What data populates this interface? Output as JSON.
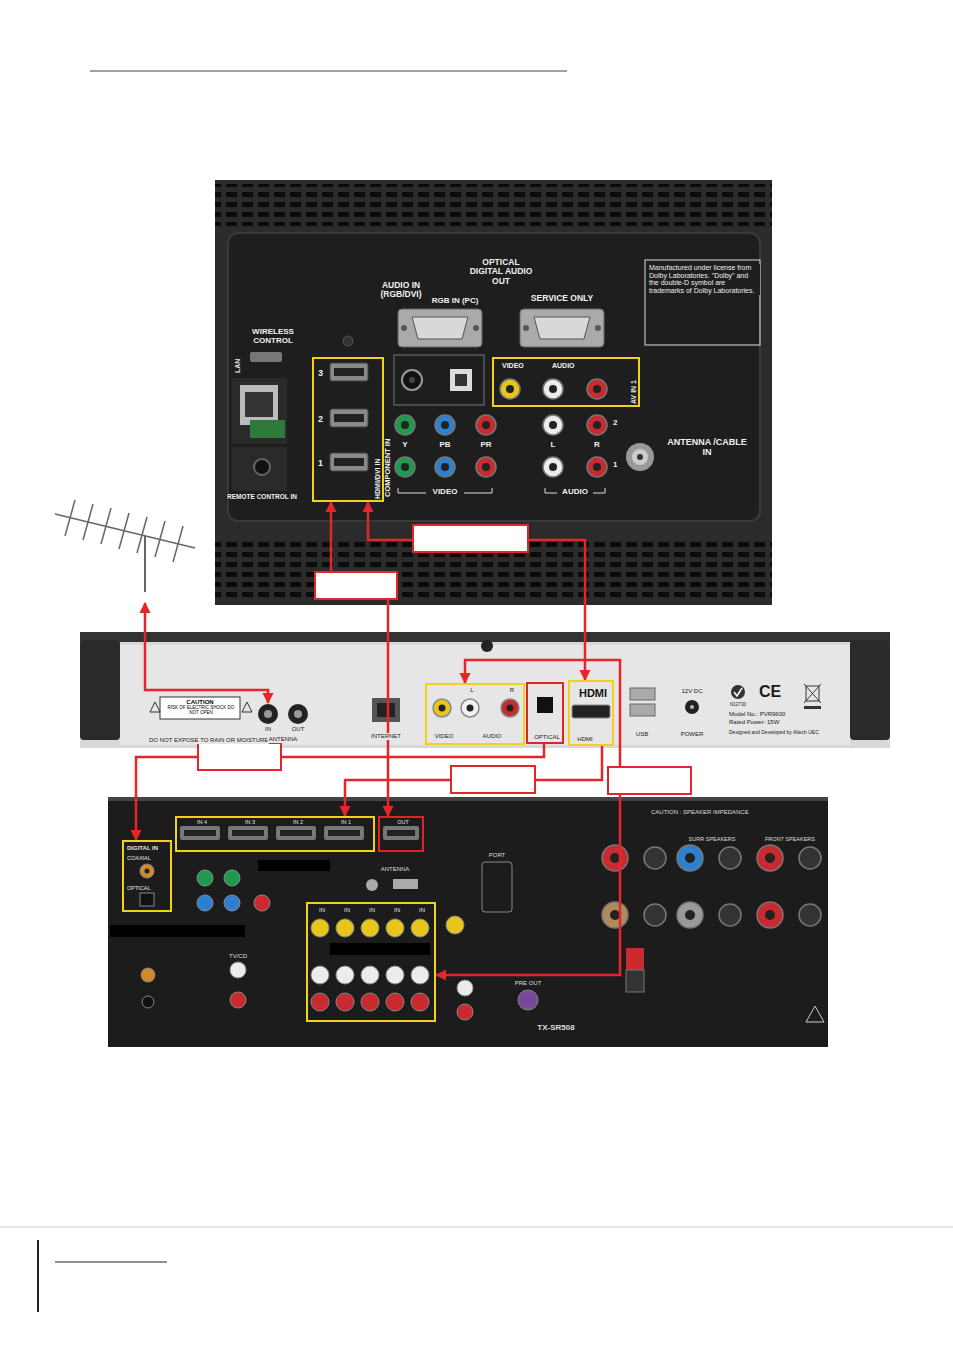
{
  "diagram": {
    "nodes": [
      {
        "text": [
          "3",
          "2",
          "1",
          "HDMI/DVI IN"
        ]
      },
      {
        "text": [
          "VIDEO",
          "AUDIO",
          "AV IN 1"
        ]
      },
      {
        "text": [
          "VIDEO",
          "L",
          "R",
          "AUDIO"
        ]
      },
      {
        "text": [
          "OPTICAL"
        ]
      },
      {
        "text": [
          "HDMI",
          "HDMI"
        ]
      },
      {
        "text": [
          "DIGITAL IN",
          "COAXIAL",
          "OPTICAL"
        ]
      },
      {
        "text": [
          "IN 4",
          "IN 3",
          "IN 2",
          "IN 1"
        ]
      },
      {
        "text": [
          "OUT"
        ]
      },
      {
        "text": [
          "IN",
          "IN",
          "IN",
          "IN",
          "IN"
        ]
      }
    ],
    "edges": [
      {
        "from": 4,
        "to": 0,
        "arrow": "both"
      },
      {
        "from": 7,
        "to": 0,
        "arrow": "both"
      },
      {
        "from": 4,
        "to": 6,
        "arrow": "to"
      },
      {
        "from": 3,
        "to": 5,
        "arrow": "to"
      },
      {
        "from": 2,
        "to": 8,
        "arrow": "both"
      }
    ],
    "labels": [
      "OPTICAL DIGITAL AUDIO OUT",
      "AUDIO IN (RGB/DVI)",
      "RGB IN (PC)",
      "SERVICE ONLY",
      "Manufactured under license from Dolby Laboratories. \"Dolby\" and the double-D symbol are trademarks of Dolby Laboratories.",
      "WIRELESS CONTROL",
      "LAN",
      "REMOTE CONTROL IN",
      "COMPONENT IN",
      "Y",
      "PB",
      "PR",
      "L",
      "R",
      "2",
      "1",
      "VIDEO",
      "AUDIO",
      "ANTENNA /CABLE IN",
      "CAUTION",
      "RISK OF ELECTRIC SHOCK DO NOT OPEN",
      "DO NOT EXPOSE TO RAIN OR MOISTURE",
      "IN",
      "OUT",
      "ANTENNA",
      "INTERNET",
      "12V DC",
      "POWER",
      "USB",
      "N12730",
      "CE",
      "Model No.: PVR9600",
      "Rated Power: 15W",
      "Designed and Developed by Altech UEC",
      "ANTENNA",
      "CAUTION : SPEAKER IMPEDANCE",
      "SURR SPEAKERS",
      "FRONT SPEAKERS",
      "PRE OUT",
      "TX-SR508",
      "PORT",
      "TV/CD"
    ]
  }
}
